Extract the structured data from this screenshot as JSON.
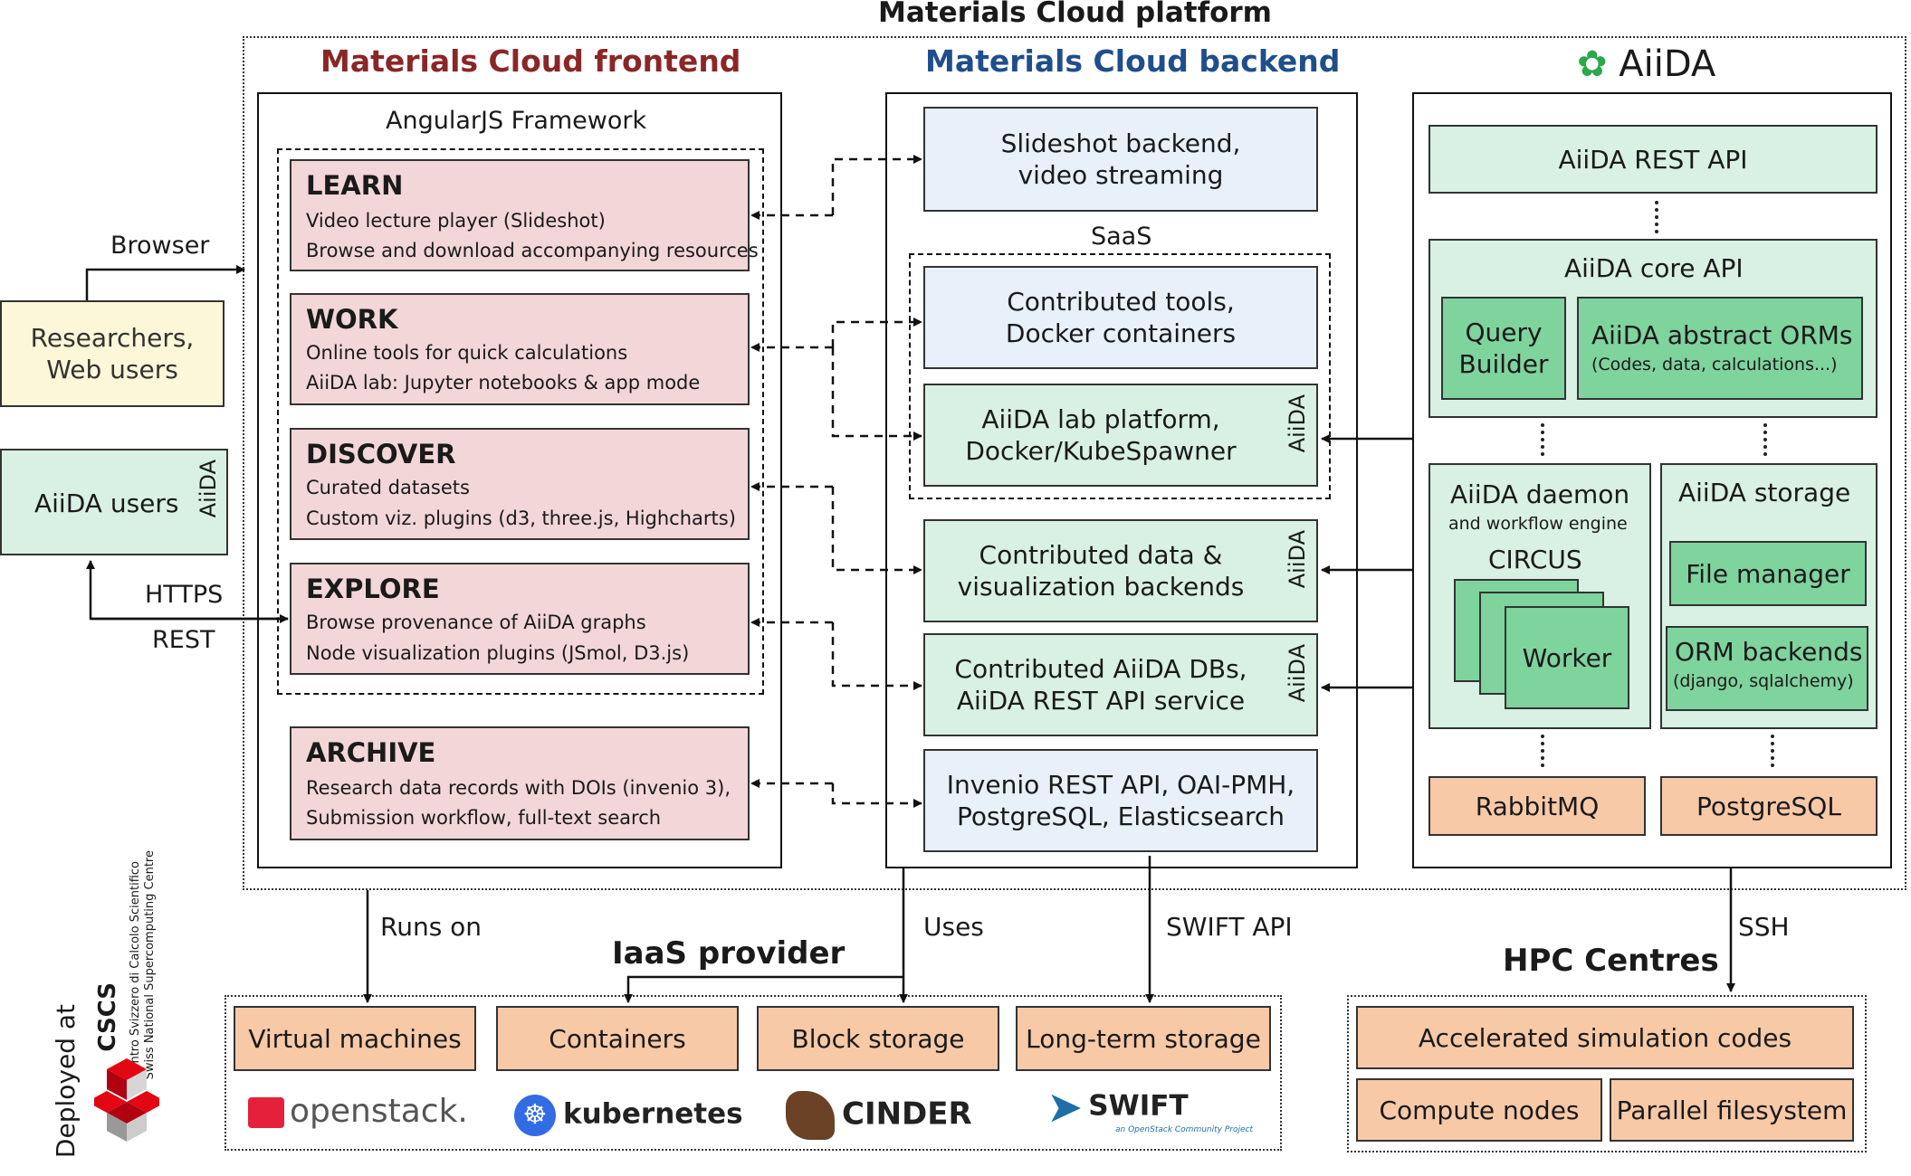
{
  "platform_title": "Materials Cloud platform",
  "frontend": {
    "title": "Materials Cloud frontend",
    "framework": "AngularJS Framework",
    "cards": [
      {
        "title": "LEARN",
        "lines": [
          "Video lecture player (Slideshot)",
          "Browse and download accompanying resources"
        ]
      },
      {
        "title": "WORK",
        "lines": [
          "Online tools for quick calculations",
          "AiiDA lab: Jupyter notebooks & app mode"
        ]
      },
      {
        "title": "DISCOVER",
        "lines": [
          "Curated datasets",
          "Custom viz. plugins (d3, three.js, Highcharts)"
        ]
      },
      {
        "title": "EXPLORE",
        "lines": [
          "Browse provenance of AiiDA graphs",
          "Node visualization plugins (JSmol, D3.js)"
        ]
      },
      {
        "title": "ARCHIVE",
        "lines": [
          "Research data records with DOIs (invenio 3),",
          "Submission workflow, full-text search"
        ]
      }
    ]
  },
  "backend": {
    "title": "Materials Cloud backend",
    "saas_label": "SaaS",
    "boxes": [
      "Slideshot backend,\nvideo streaming",
      "Contributed tools,\nDocker containers",
      "AiiDA lab platform,\nDocker/KubeSpawner",
      "Contributed data &\nvisualization backends",
      "Contributed AiiDA DBs,\nAiiDA REST API service",
      "Invenio REST API, OAI-PMH,\nPostgreSQL, Elasticsearch"
    ],
    "aiida_badge": "AiiDA"
  },
  "aiida": {
    "logo_text": "AiiDA",
    "rest_api": "AiiDA REST API",
    "core_api": "AiiDA core API",
    "query_builder": "Query\nBuilder",
    "abstract_orms": "AiiDA abstract ORMs",
    "abstract_orms_sub": "(Codes, data, calculations...)",
    "daemon_title": "AiiDA daemon",
    "daemon_sub": "and workflow engine",
    "circus": "CIRCUS",
    "worker": "Worker",
    "storage_title": "AiiDA storage",
    "file_manager": "File manager",
    "orm_backends": "ORM backends",
    "orm_backends_sub": "(django, sqlalchemy)",
    "rabbitmq": "RabbitMQ",
    "postgresql": "PostgreSQL"
  },
  "users": {
    "browser_label": "Browser",
    "researchers": "Researchers,\nWeb users",
    "aiida_users": "AiiDA users",
    "https_label": "HTTPS",
    "rest_label": "REST"
  },
  "connections": {
    "runs_on": "Runs on",
    "uses": "Uses",
    "swift_api": "SWIFT API",
    "ssh": "SSH"
  },
  "iaas": {
    "title": "IaaS provider",
    "boxes": [
      "Virtual machines",
      "Containers",
      "Block storage",
      "Long-term storage"
    ],
    "logos": [
      "openstack.",
      "kubernetes",
      "CINDER",
      "SWIFT"
    ],
    "swift_sub": "an OpenStack Community Project"
  },
  "hpc": {
    "title": "HPC Centres",
    "boxes": [
      "Accelerated simulation codes",
      "Compute nodes",
      "Parallel filesystem"
    ]
  },
  "deployed": {
    "label": "Deployed at",
    "org": "CSCS",
    "org_line1": "Centro Svizzero di Calcolo Scientifico",
    "org_line2": "Swiss National Supercomputing Centre"
  },
  "colors": {
    "frontend_title": "#8b2626",
    "backend_title": "#1f4e8c",
    "pink": "#f3d6d8",
    "blue": "#e8f0fa",
    "green": "#d8f1e2",
    "dark_green": "#7fd39d",
    "peach": "#f8c9a7",
    "yellow": "#fbf7d8"
  }
}
